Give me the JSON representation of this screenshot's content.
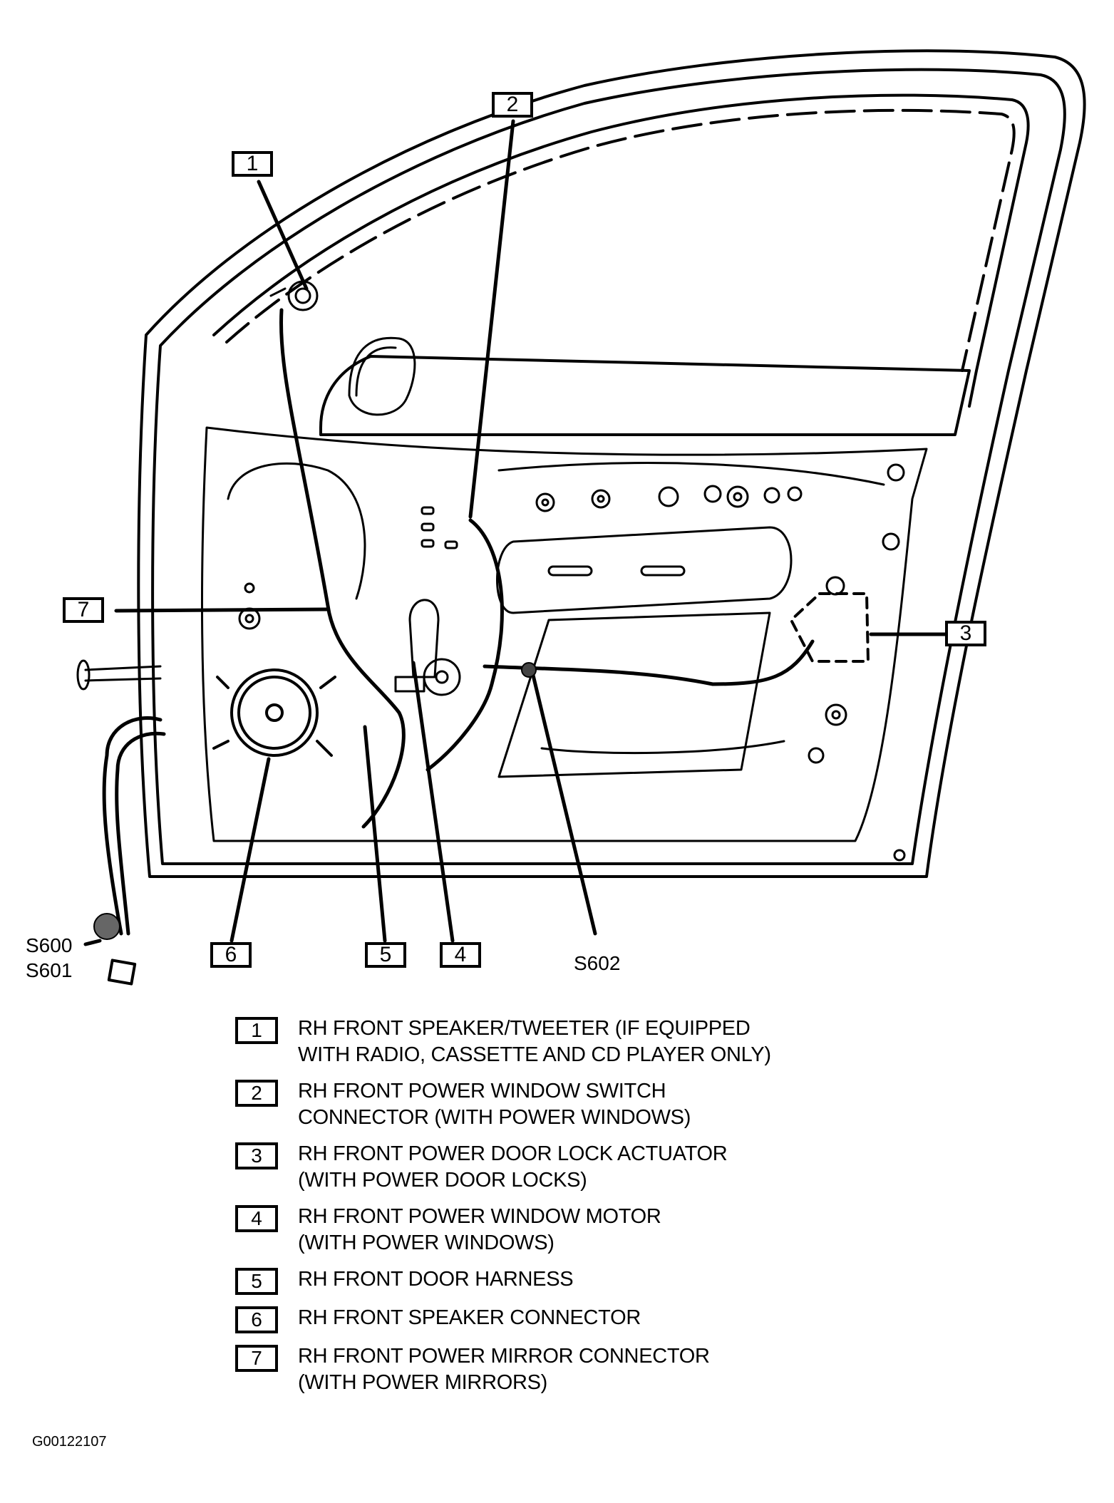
{
  "diagram": {
    "title": "RH Front Door Wiring Component Locations",
    "callouts": [
      "1",
      "2",
      "3",
      "4",
      "5",
      "6",
      "7"
    ],
    "splices": {
      "s600": "S600",
      "s601": "S601",
      "s602": "S602"
    }
  },
  "legend": [
    {
      "num": "1",
      "line1": "RH FRONT SPEAKER/TWEETER (IF EQUIPPED",
      "line2": "WITH RADIO, CASSETTE AND CD PLAYER ONLY)"
    },
    {
      "num": "2",
      "line1": "RH FRONT POWER WINDOW SWITCH",
      "line2": "CONNECTOR (WITH POWER WINDOWS)"
    },
    {
      "num": "3",
      "line1": "RH FRONT POWER DOOR LOCK ACTUATOR",
      "line2": "(WITH POWER DOOR LOCKS)"
    },
    {
      "num": "4",
      "line1": "RH FRONT POWER WINDOW MOTOR",
      "line2": "(WITH POWER WINDOWS)"
    },
    {
      "num": "5",
      "line1": "RH FRONT DOOR HARNESS",
      "line2": ""
    },
    {
      "num": "6",
      "line1": "RH FRONT SPEAKER CONNECTOR",
      "line2": ""
    },
    {
      "num": "7",
      "line1": "RH FRONT POWER MIRROR CONNECTOR",
      "line2": "(WITH POWER MIRRORS)"
    }
  ],
  "figure_id": "G00122107"
}
